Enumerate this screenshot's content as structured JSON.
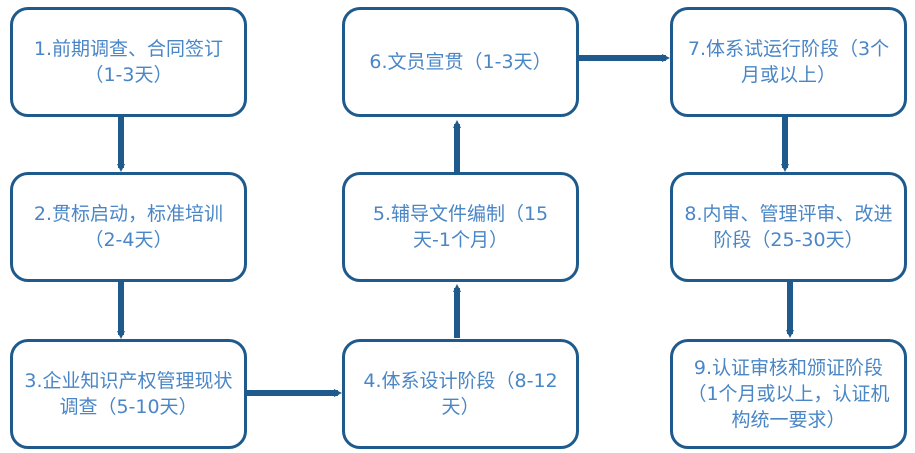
{
  "steps": [
    {
      "id": 1,
      "text": "1.前期调查、合同签订（1-3天）"
    },
    {
      "id": 2,
      "text": "2.贯标启动，标准培训（2-4天）"
    },
    {
      "id": 3,
      "text": "3.企业知识产权管理现状调查（5-10天）"
    },
    {
      "id": 4,
      "text": "4.体系设计阶段（8-12天）"
    },
    {
      "id": 5,
      "text": "5.辅导文件编制（15天-1个月）"
    },
    {
      "id": 6,
      "text": "6.文员宣贯（1-3天）"
    },
    {
      "id": 7,
      "text": "7.体系试运行阶段（3个月或以上）"
    },
    {
      "id": 8,
      "text": "8.内审、管理评审、改进阶段（25-30天）"
    },
    {
      "id": 9,
      "text": "9.认证审核和颁证阶段（1个月或以上，认证机构统一要求）"
    }
  ],
  "colors": {
    "border": "#1f5a8c",
    "text": "#4a86c6",
    "arrow": "#1f5a8c"
  }
}
